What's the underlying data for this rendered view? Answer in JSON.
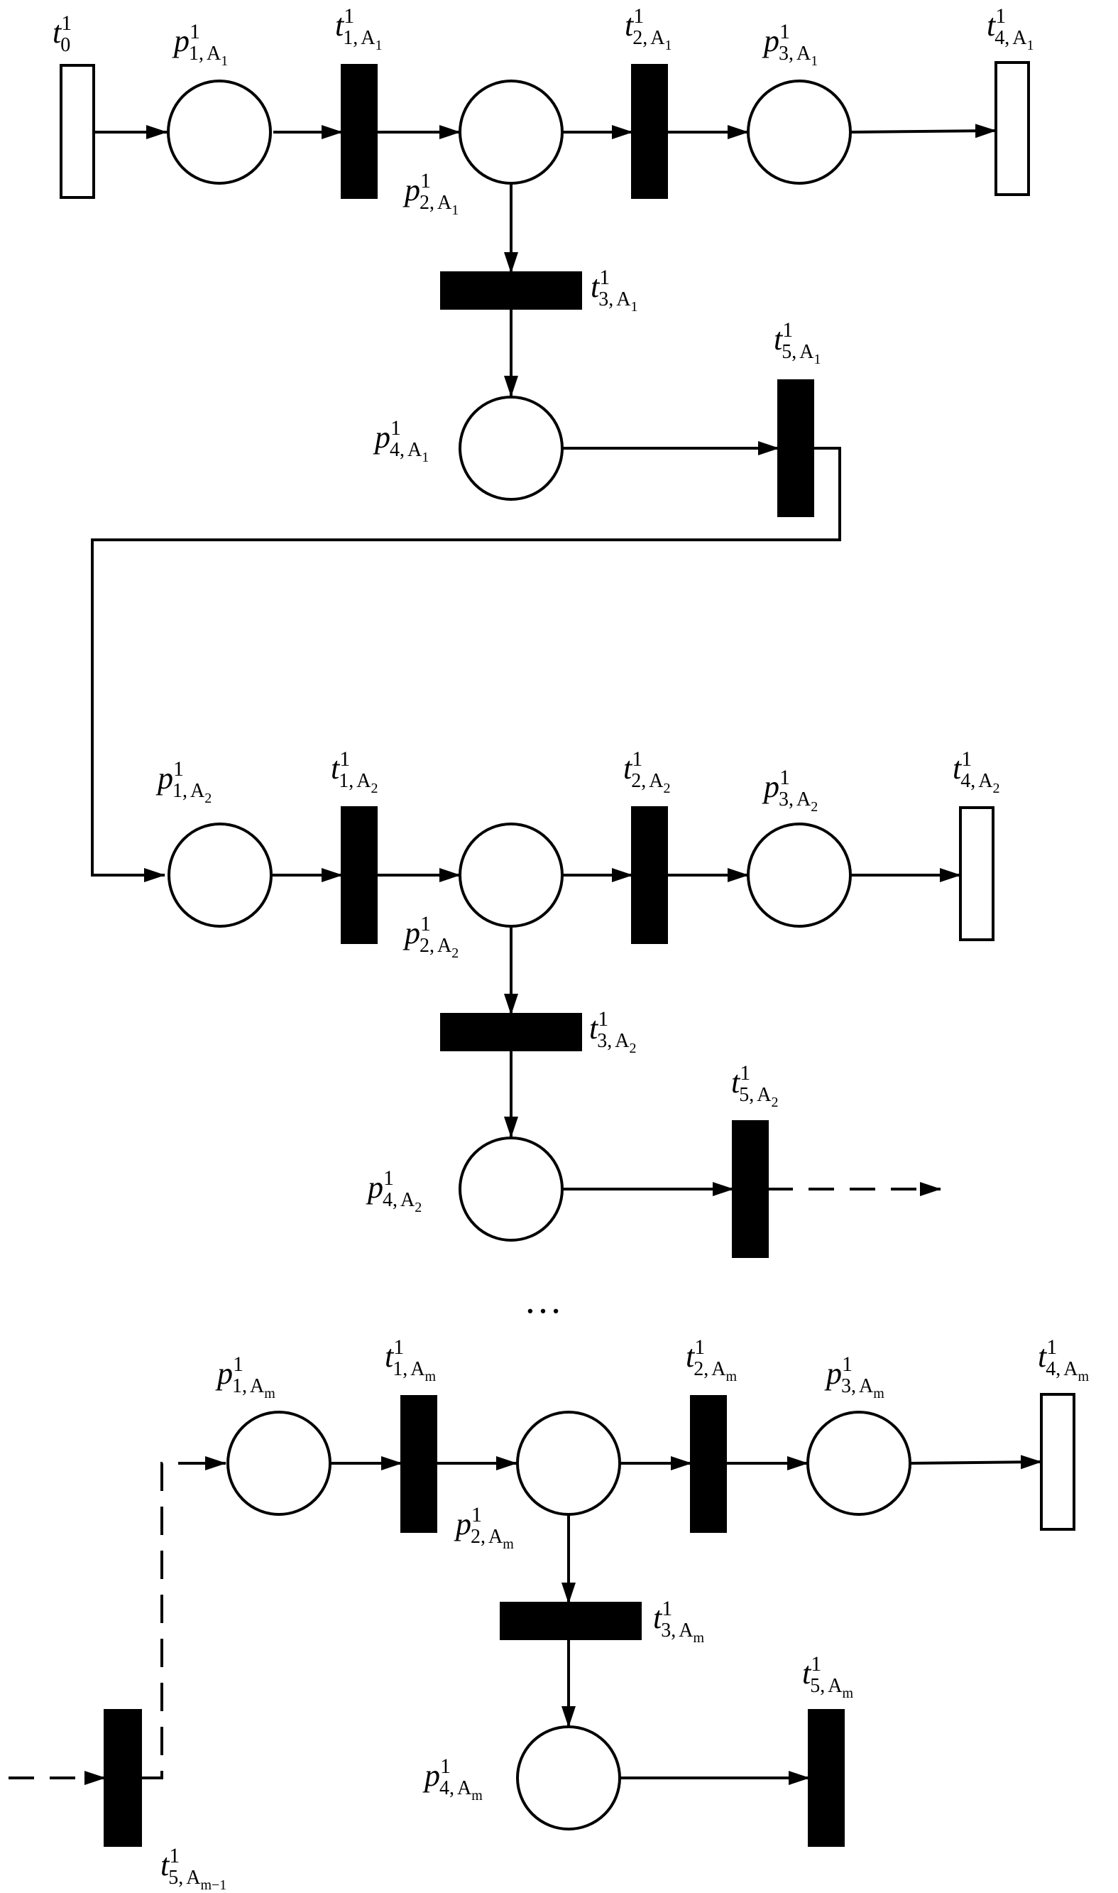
{
  "places": [
    {
      "id": "p1_A1",
      "main": "p",
      "sup": "1",
      "sub": "1,",
      "subvar": "A",
      "subvarsub": "1"
    },
    {
      "id": "p2_A1",
      "main": "p",
      "sup": "1",
      "sub": "2,",
      "subvar": "A",
      "subvarsub": "1"
    },
    {
      "id": "p3_A1",
      "main": "p",
      "sup": "1",
      "sub": "3,",
      "subvar": "A",
      "subvarsub": "1"
    },
    {
      "id": "p4_A1",
      "main": "p",
      "sup": "1",
      "sub": "4,",
      "subvar": "A",
      "subvarsub": "1"
    },
    {
      "id": "p1_A2",
      "main": "p",
      "sup": "1",
      "sub": "1,",
      "subvar": "A",
      "subvarsub": "2"
    },
    {
      "id": "p2_A2",
      "main": "p",
      "sup": "1",
      "sub": "2,",
      "subvar": "A",
      "subvarsub": "2"
    },
    {
      "id": "p3_A2",
      "main": "p",
      "sup": "1",
      "sub": "3,",
      "subvar": "A",
      "subvarsub": "2"
    },
    {
      "id": "p4_A2",
      "main": "p",
      "sup": "1",
      "sub": "4,",
      "subvar": "A",
      "subvarsub": "2"
    },
    {
      "id": "p1_Am",
      "main": "p",
      "sup": "1",
      "sub": "1,",
      "subvar": "A",
      "subvarsub": "m"
    },
    {
      "id": "p2_Am",
      "main": "p",
      "sup": "1",
      "sub": "2,",
      "subvar": "A",
      "subvarsub": "m"
    },
    {
      "id": "p3_Am",
      "main": "p",
      "sup": "1",
      "sub": "3,",
      "subvar": "A",
      "subvarsub": "m"
    },
    {
      "id": "p4_Am",
      "main": "p",
      "sup": "1",
      "sub": "4,",
      "subvar": "A",
      "subvarsub": "m"
    }
  ],
  "transitions": [
    {
      "id": "t0",
      "main": "t",
      "sup": "1",
      "sub": "0",
      "subvar": "",
      "subvarsub": "",
      "kind": "hollow"
    },
    {
      "id": "t1_A1",
      "main": "t",
      "sup": "1",
      "sub": "1,",
      "subvar": "A",
      "subvarsub": "1",
      "kind": "filled"
    },
    {
      "id": "t2_A1",
      "main": "t",
      "sup": "1",
      "sub": "2,",
      "subvar": "A",
      "subvarsub": "1",
      "kind": "filled"
    },
    {
      "id": "t3_A1",
      "main": "t",
      "sup": "1",
      "sub": "3,",
      "subvar": "A",
      "subvarsub": "1",
      "kind": "filled"
    },
    {
      "id": "t4_A1",
      "main": "t",
      "sup": "1",
      "sub": "4,",
      "subvar": "A",
      "subvarsub": "1",
      "kind": "hollow"
    },
    {
      "id": "t5_A1",
      "main": "t",
      "sup": "1",
      "sub": "5,",
      "subvar": "A",
      "subvarsub": "1",
      "kind": "filled"
    },
    {
      "id": "t1_A2",
      "main": "t",
      "sup": "1",
      "sub": "1,",
      "subvar": "A",
      "subvarsub": "2",
      "kind": "filled"
    },
    {
      "id": "t2_A2",
      "main": "t",
      "sup": "1",
      "sub": "2,",
      "subvar": "A",
      "subvarsub": "2",
      "kind": "filled"
    },
    {
      "id": "t3_A2",
      "main": "t",
      "sup": "1",
      "sub": "3,",
      "subvar": "A",
      "subvarsub": "2",
      "kind": "filled"
    },
    {
      "id": "t4_A2",
      "main": "t",
      "sup": "1",
      "sub": "4,",
      "subvar": "A",
      "subvarsub": "2",
      "kind": "hollow"
    },
    {
      "id": "t5_A2",
      "main": "t",
      "sup": "1",
      "sub": "5,",
      "subvar": "A",
      "subvarsub": "2",
      "kind": "filled"
    },
    {
      "id": "t1_Am",
      "main": "t",
      "sup": "1",
      "sub": "1,",
      "subvar": "A",
      "subvarsub": "m",
      "kind": "filled"
    },
    {
      "id": "t2_Am",
      "main": "t",
      "sup": "1",
      "sub": "2,",
      "subvar": "A",
      "subvarsub": "m",
      "kind": "filled"
    },
    {
      "id": "t3_Am",
      "main": "t",
      "sup": "1",
      "sub": "3,",
      "subvar": "A",
      "subvarsub": "m",
      "kind": "filled"
    },
    {
      "id": "t4_Am",
      "main": "t",
      "sup": "1",
      "sub": "4,",
      "subvar": "A",
      "subvarsub": "m",
      "kind": "hollow"
    },
    {
      "id": "t5_Am",
      "main": "t",
      "sup": "1",
      "sub": "5,",
      "subvar": "A",
      "subvarsub": "m",
      "kind": "filled"
    },
    {
      "id": "t5_Am1",
      "main": "t",
      "sup": "1",
      "sub": "5,",
      "subvar": "A",
      "subvarsub": "m−1",
      "kind": "filled"
    }
  ],
  "ellipsis": "…"
}
